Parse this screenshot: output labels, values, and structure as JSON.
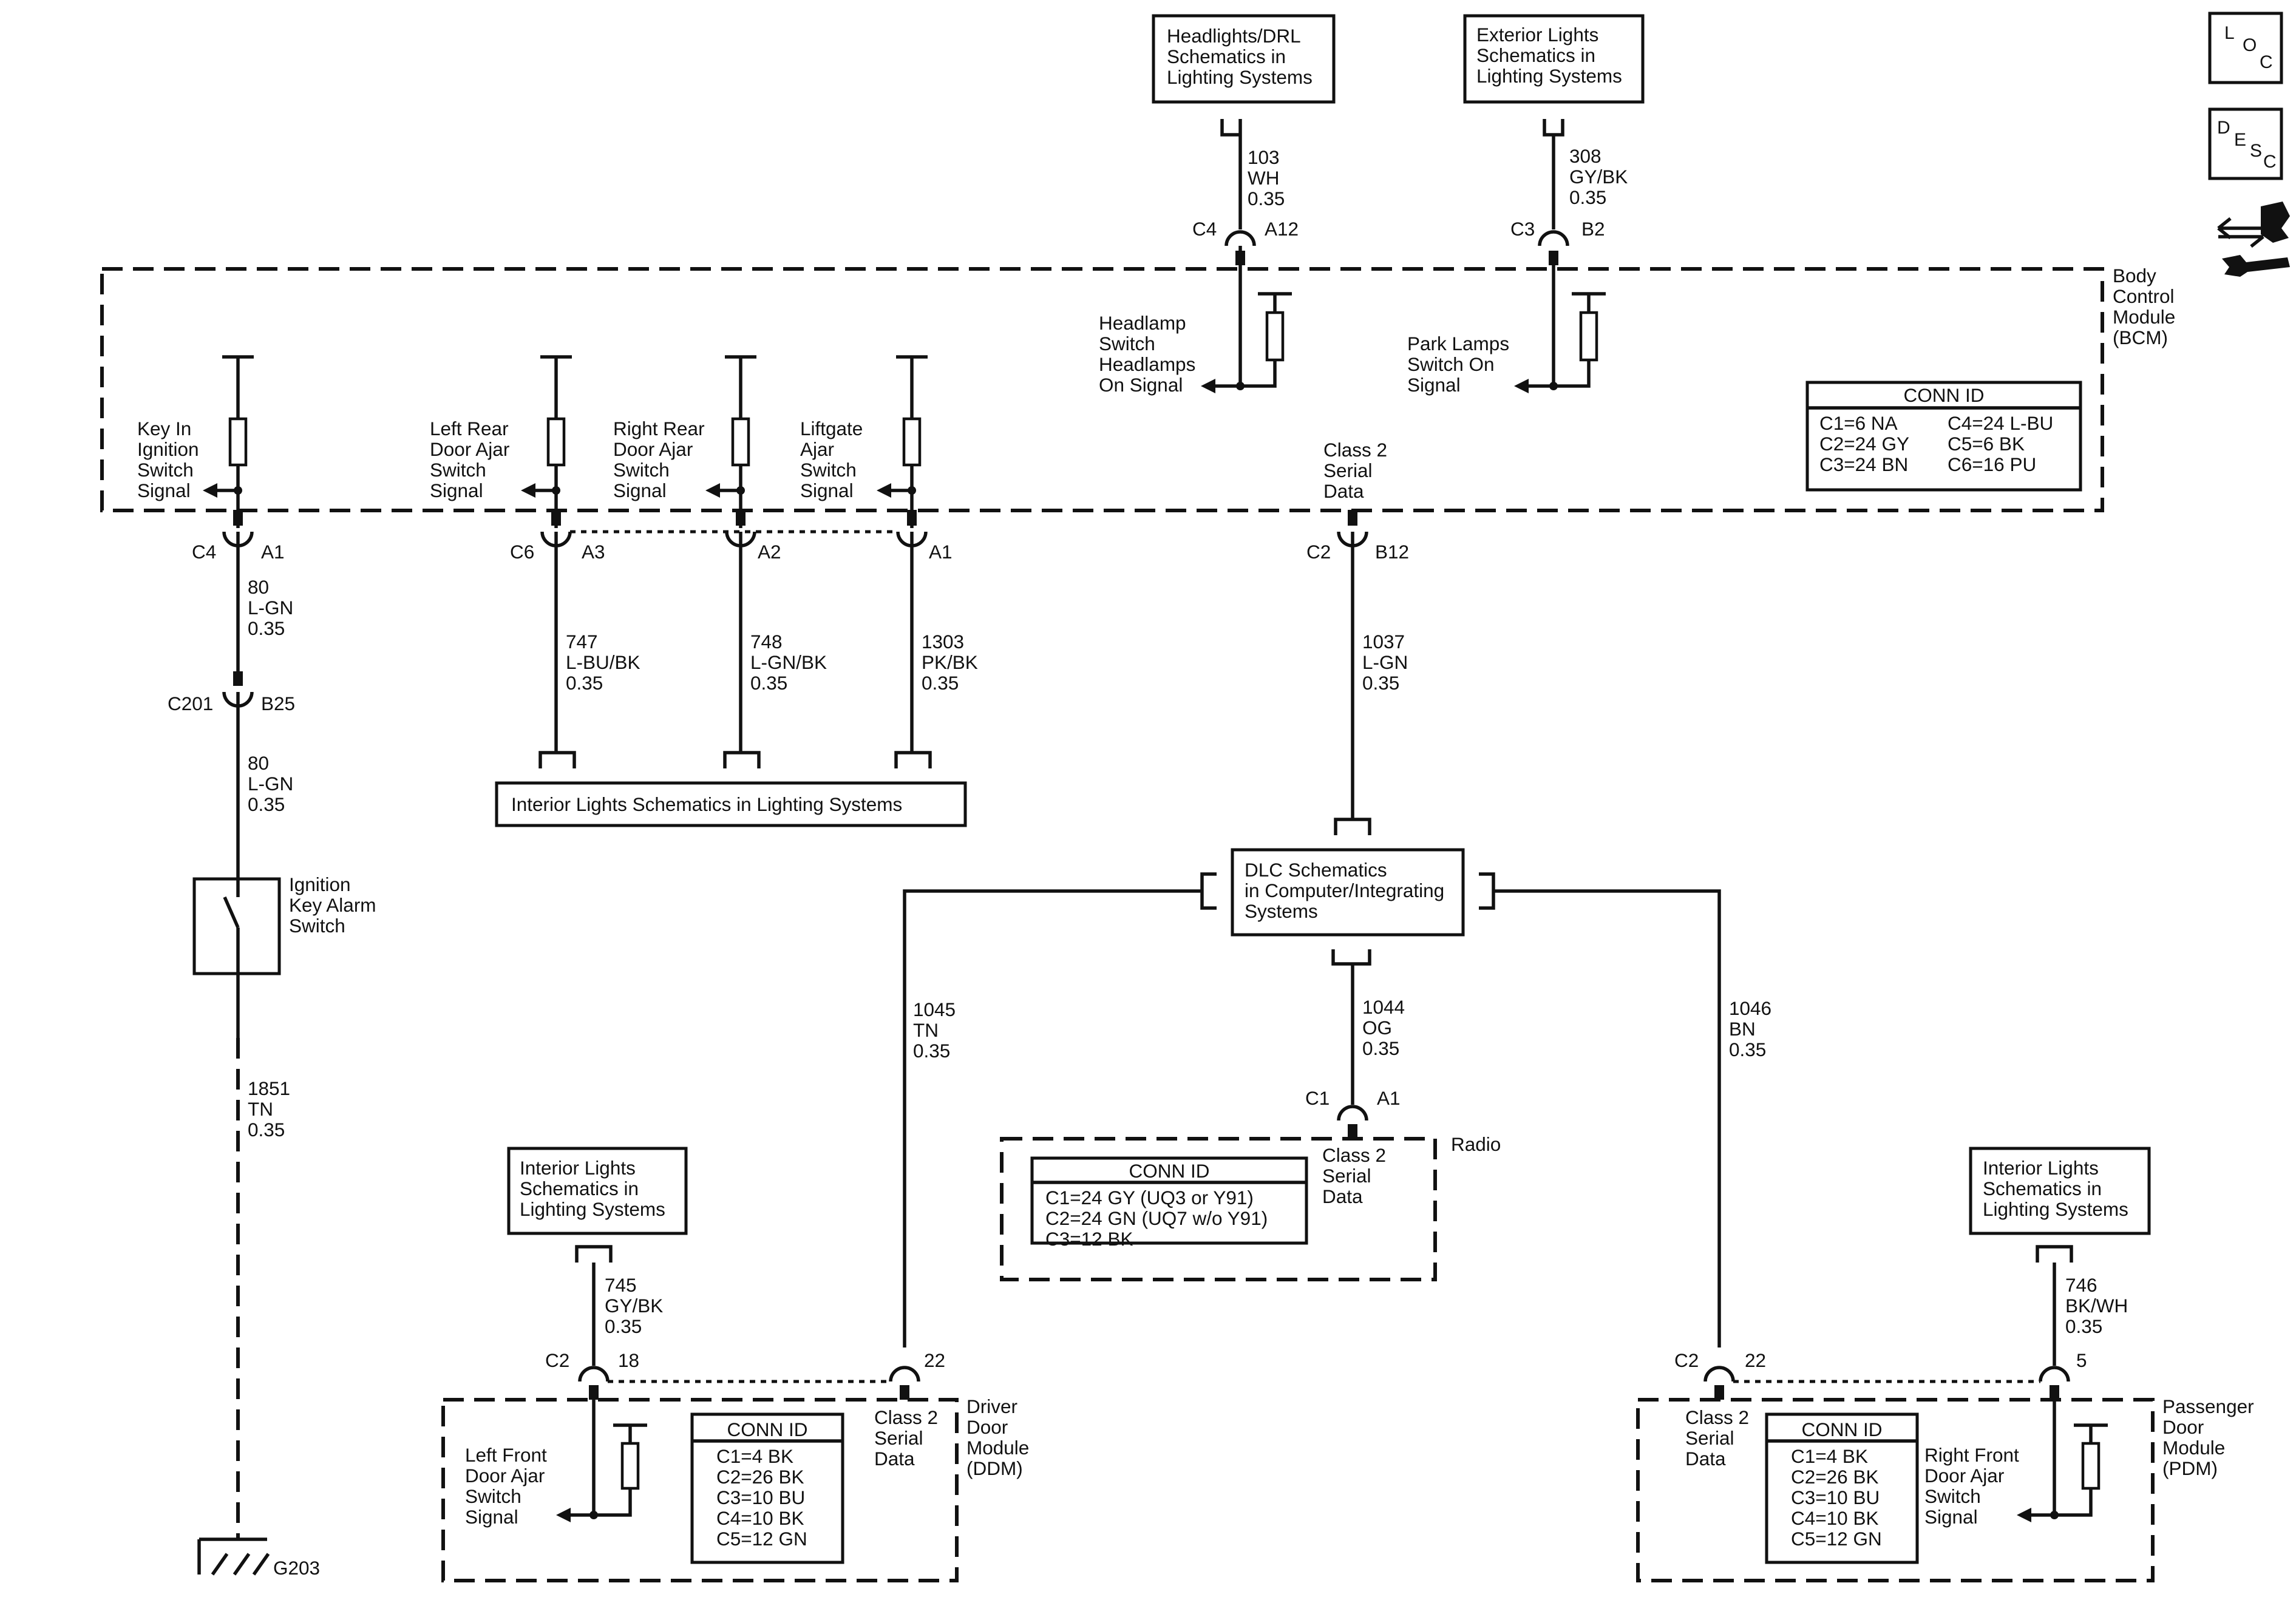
{
  "refs": {
    "headlights_drl": [
      "Headlights/DRL",
      "Schematics in",
      "Lighting Systems"
    ],
    "exterior_lights": [
      "Exterior Lights",
      "Schematics in",
      "Lighting Systems"
    ],
    "interior_lights_bar": "Interior Lights Schematics in Lighting Systems",
    "dlc": [
      "DLC Schematics",
      "in Computer/Integrating",
      "Systems"
    ],
    "interior_lights_left": [
      "Interior Lights",
      "Schematics in",
      "Lighting Systems"
    ],
    "interior_lights_right": [
      "Interior Lights",
      "Schematics in",
      "Lighting Systems"
    ]
  },
  "modules": {
    "bcm": [
      "Body",
      "Control",
      "Module",
      "(BCM)"
    ],
    "radio": "Radio",
    "ddm": [
      "Driver",
      "Door",
      "Module",
      "(DDM)"
    ],
    "pdm": [
      "Passenger",
      "Door",
      "Module",
      "(PDM)"
    ]
  },
  "signals": {
    "key_in": [
      "Key In",
      "Ignition",
      "Switch",
      "Signal"
    ],
    "left_rear": [
      "Left Rear",
      "Door Ajar",
      "Switch",
      "Signal"
    ],
    "right_rear": [
      "Right Rear",
      "Door Ajar",
      "Switch",
      "Signal"
    ],
    "liftgate": [
      "Liftgate",
      "Ajar",
      "Switch",
      "Signal"
    ],
    "headlamp": [
      "Headlamp",
      "Switch",
      "Headlamps",
      "On Signal"
    ],
    "park_lamps": [
      "Park Lamps",
      "Switch On",
      "Signal"
    ],
    "bcm_class2": [
      "Class 2",
      "Serial",
      "Data"
    ],
    "radio_class2": [
      "Class 2",
      "Serial",
      "Data"
    ],
    "ddm_class2": [
      "Class 2",
      "Serial",
      "Data"
    ],
    "pdm_class2": [
      "Class 2",
      "Serial",
      "Data"
    ],
    "left_front": [
      "Left Front",
      "Door Ajar",
      "Switch",
      "Signal"
    ],
    "right_front": [
      "Right Front",
      "Door Ajar",
      "Switch",
      "Signal"
    ]
  },
  "wires": {
    "w103": [
      "103",
      "WH",
      "0.35"
    ],
    "w308": [
      "308",
      "GY/BK",
      "0.35"
    ],
    "w80a": [
      "80",
      "L-GN",
      "0.35"
    ],
    "w80b": [
      "80",
      "L-GN",
      "0.35"
    ],
    "w747": [
      "747",
      "L-BU/BK",
      "0.35"
    ],
    "w748": [
      "748",
      "L-GN/BK",
      "0.35"
    ],
    "w1303": [
      "1303",
      "PK/BK",
      "0.35"
    ],
    "w1037": [
      "1037",
      "L-GN",
      "0.35"
    ],
    "w1045": [
      "1045",
      "TN",
      "0.35"
    ],
    "w1044": [
      "1044",
      "OG",
      "0.35"
    ],
    "w1046": [
      "1046",
      "BN",
      "0.35"
    ],
    "w745": [
      "745",
      "GY/BK",
      "0.35"
    ],
    "w746": [
      "746",
      "BK/WH",
      "0.35"
    ],
    "w1851": [
      "1851",
      "TN",
      "0.35"
    ]
  },
  "connectors": {
    "c4_a12": [
      "C4",
      "A12"
    ],
    "c3_b2": [
      "C3",
      "B2"
    ],
    "c4_a1": [
      "C4",
      "A1"
    ],
    "c6_a3": [
      "C6",
      "A3"
    ],
    "a2": "A2",
    "a1_liftgate": "A1",
    "c2_b12": [
      "C2",
      "B12"
    ],
    "c201_b25": [
      "C201",
      "B25"
    ],
    "c1_a1": [
      "C1",
      "A1"
    ],
    "c2_18": [
      "C2",
      "18"
    ],
    "ddm_22": "22",
    "c2_22_pdm": [
      "C2",
      "22"
    ],
    "pdm_5": "5"
  },
  "switch_label": [
    "Ignition",
    "Key Alarm",
    "Switch"
  ],
  "ground": "G203",
  "conn_id": {
    "bcm": {
      "title": "CONN ID",
      "rows": [
        [
          "C1=6 NA",
          "C4=24 L-BU"
        ],
        [
          "C2=24 GY",
          "C5=6 BK"
        ],
        [
          "C3=24 BN",
          "C6=16 PU"
        ]
      ]
    },
    "radio": {
      "title": "CONN ID",
      "rows": [
        "C1=24 GY (UQ3 or Y91)",
        "C2=24 GN (UQ7 w/o Y91)",
        "C3=12 BK"
      ]
    },
    "ddm": {
      "title": "CONN ID",
      "rows": [
        "C1=4 BK",
        "C2=26 BK",
        "C3=10 BU",
        "C4=10 BK",
        "C5=12 GN"
      ]
    },
    "pdm": {
      "title": "CONN ID",
      "rows": [
        "C1=4 BK",
        "C2=26 BK",
        "C3=10 BU",
        "C4=10 BK",
        "C5=12 GN"
      ]
    }
  },
  "legend": {
    "loc": [
      "L",
      "O",
      "C"
    ],
    "desc": [
      "D",
      "E",
      "S",
      "C"
    ]
  },
  "icons": [
    "loc-icon",
    "desc-icon",
    "connector-view-icon",
    "ground-icon",
    "switch-icon",
    "resistor-icon",
    "arrow-icon"
  ]
}
